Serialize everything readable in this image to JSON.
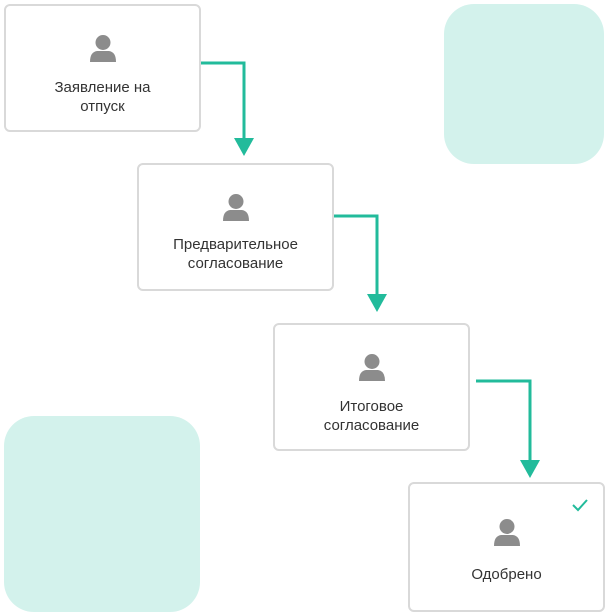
{
  "steps": [
    {
      "label": "Заявление на\nотпуск",
      "icon": "user-icon"
    },
    {
      "label": "Предварительное\nсогласование",
      "icon": "user-icon"
    },
    {
      "label": "Итоговое\nсогласование",
      "icon": "user-icon"
    },
    {
      "label": "Одобрено",
      "icon": "user-icon",
      "status_icon": "check-icon"
    }
  ],
  "colors": {
    "accent": "#22bb9b",
    "blob": "#d3f2ec",
    "card_border": "#d9d9d9",
    "icon": "#8c8c8c",
    "text": "#333333"
  }
}
